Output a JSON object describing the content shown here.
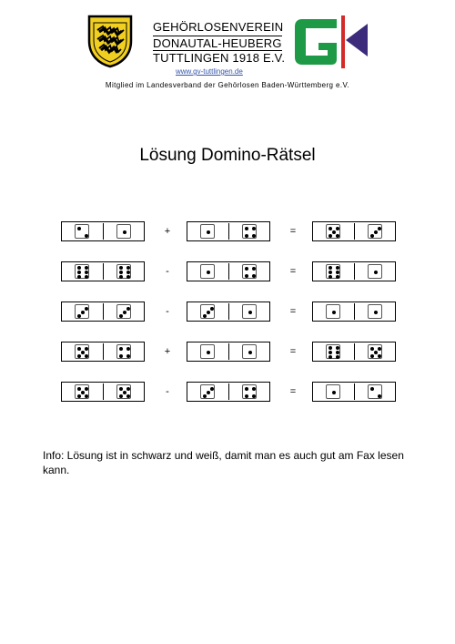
{
  "header": {
    "org_line1": "GEHÖRLOSENVEREIN",
    "org_line2": "DONAUTAL-HEUBERG",
    "org_line3": "TUTTLINGEN 1918 E.V.",
    "website": "www.gv-tuttlingen.de",
    "membership": "Mitglied im Landesverband der Gehörlosen Baden-Württemberg e.V.",
    "logo_colors": {
      "green": "#1e9a46",
      "red": "#d52a2a",
      "purple": "#3c2a7a",
      "shield_yellow": "#f1cf21"
    }
  },
  "title": "Lösung Domino-Rätsel",
  "equations": [
    {
      "a": [
        2,
        1
      ],
      "op": "+",
      "b": [
        1,
        4
      ],
      "eq": "=",
      "c": [
        5,
        3
      ]
    },
    {
      "a": [
        6,
        6
      ],
      "op": "-",
      "b": [
        1,
        4
      ],
      "eq": "=",
      "c": [
        6,
        1
      ]
    },
    {
      "a": [
        3,
        3
      ],
      "op": "-",
      "b": [
        3,
        1
      ],
      "eq": "=",
      "c": [
        1,
        1
      ]
    },
    {
      "a": [
        5,
        4
      ],
      "op": "+",
      "b": [
        1,
        1
      ],
      "eq": "=",
      "c": [
        6,
        5
      ]
    },
    {
      "a": [
        5,
        5
      ],
      "op": "-",
      "b": [
        3,
        4
      ],
      "eq": "=",
      "c": [
        1,
        2
      ]
    }
  ],
  "info": "Info: Lösung ist in schwarz und weiß, damit man es auch gut am Fax lesen kann."
}
